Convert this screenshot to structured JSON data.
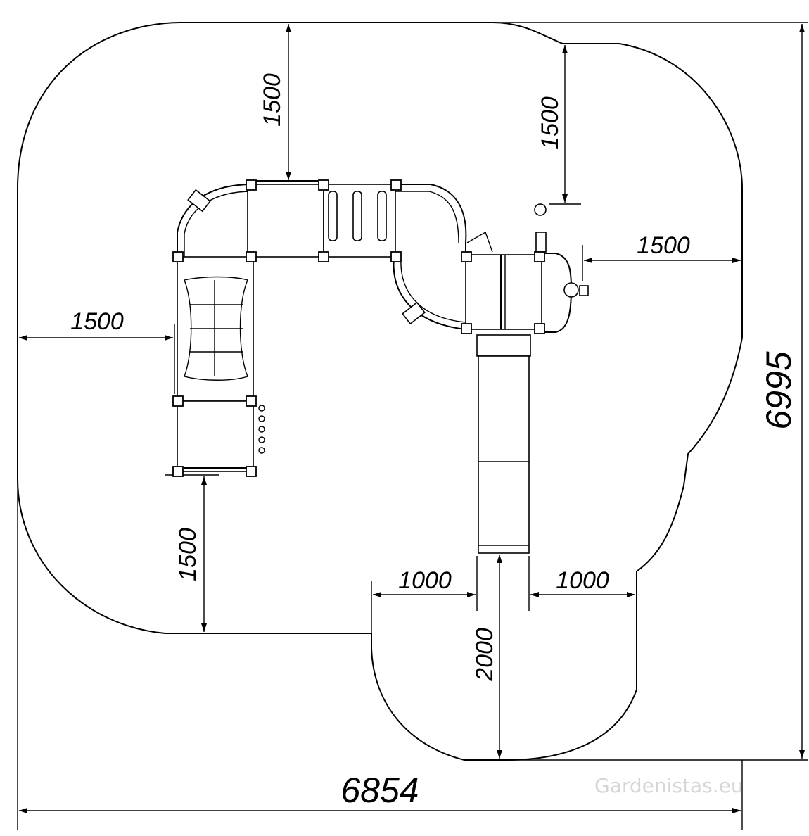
{
  "drawing": {
    "overall_width": "6854",
    "overall_depth": "6995",
    "clearance_top_left": "1500",
    "clearance_top_right": "1500",
    "clearance_right": "1500",
    "clearance_left": "1500",
    "clearance_bottom_left": "1500",
    "slide_side_left": "1000",
    "slide_side_right": "1000",
    "slide_runout": "2000"
  },
  "watermark": "Gardenistas.eu",
  "colors": {
    "line": "#000000",
    "background": "#ffffff",
    "watermark": "#d6d6d6"
  }
}
